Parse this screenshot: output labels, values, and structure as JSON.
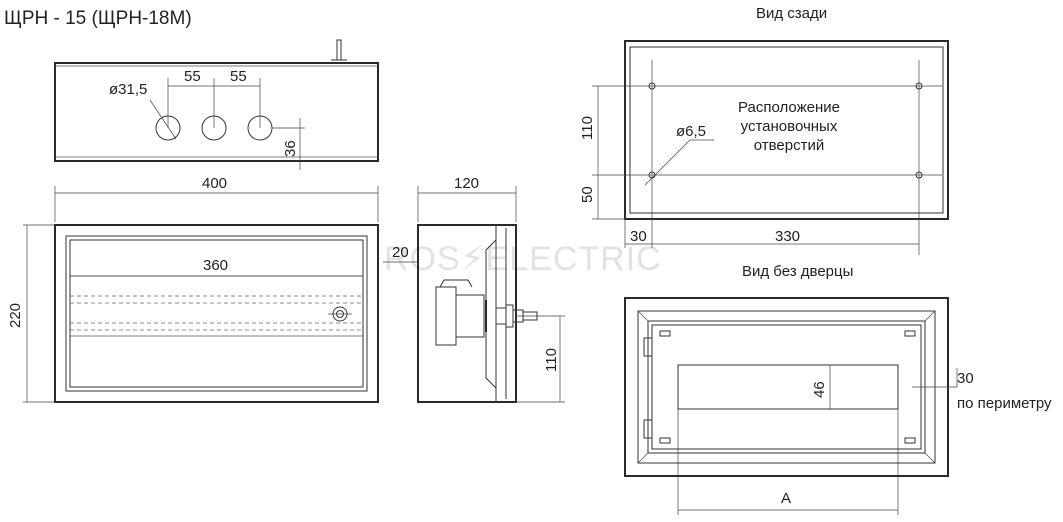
{
  "title": "ЩРН - 15 (ЩРН-18М)",
  "watermark": "ROS⚡ELECTRIC",
  "top_view": {
    "hole_diameter": "ø31,5",
    "spacing_1": "55",
    "spacing_2": "55",
    "hole_offset": "36"
  },
  "front_view": {
    "width": "400",
    "inner_width": "360",
    "height": "220"
  },
  "side_view": {
    "depth": "120",
    "rail_offset": "20",
    "rail_height": "110"
  },
  "rear_view": {
    "title": "Вид сзади",
    "note_line1": "Расположение",
    "note_line2": "установочных",
    "note_line3": "отверстий",
    "hole_diameter": "ø6,5",
    "vert_spacing": "110",
    "bottom_offset": "50",
    "left_offset": "30",
    "horiz_spacing": "330"
  },
  "no_door_view": {
    "title": "Вид без дверцы",
    "cutout_height": "46",
    "perimeter_value": "30",
    "perimeter_text": "по периметру",
    "width_label": "А"
  }
}
